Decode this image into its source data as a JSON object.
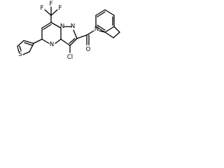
{
  "structure": {
    "atoms": {
      "cf3_fluorine_top": "F",
      "cf3_fluorine_left": "F",
      "cf3_fluorine_right": "F",
      "pyrazole_n1": "N",
      "pyrazole_n2": "N",
      "pyrimidine_n": "N",
      "thiophene_s": "S",
      "chloro": "Cl",
      "carbonyl_o": "O",
      "quinoline_n": "N"
    }
  }
}
